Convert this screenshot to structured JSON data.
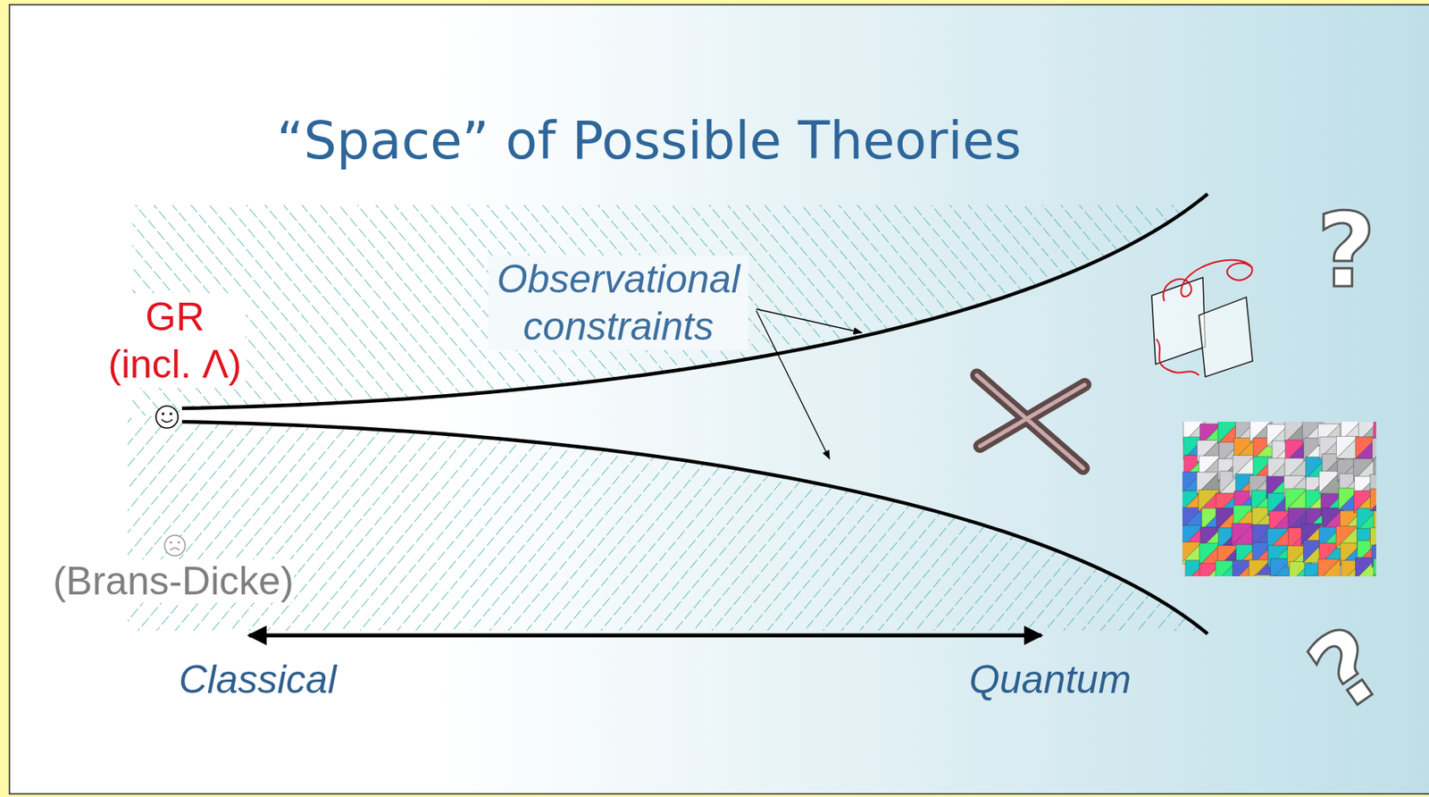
{
  "diagram": {
    "title": "“Space” of Possible Theories",
    "labels": [
      "GR (incl. Λ)",
      "Observational constraints",
      "(Brans-Dicke)",
      "Classical",
      "Quantum",
      "?",
      "?"
    ]
  }
}
